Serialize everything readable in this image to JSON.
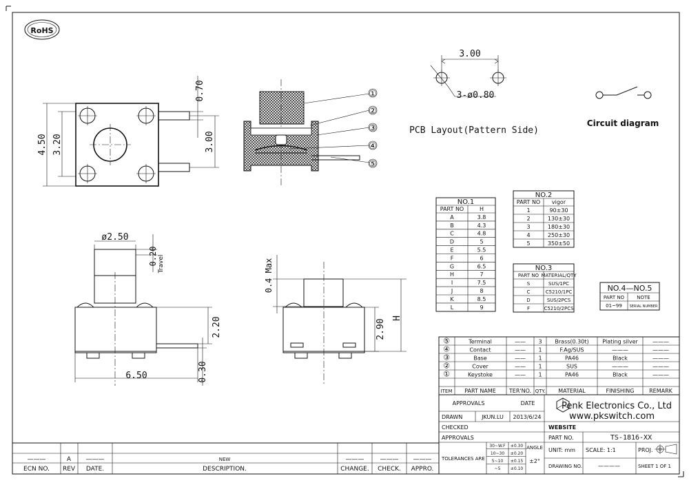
{
  "logo": {
    "rohs": "RoHS"
  },
  "dims": {
    "top_w": "4.50",
    "top_h": "3.20",
    "pin_w": "0.70",
    "pin_pitch": "3.00",
    "cap_d": "ø2.50",
    "travel": "0.20",
    "travel_label": "Travel",
    "body_h": "2.20",
    "pin_t": "0.30",
    "body_w": "6.50",
    "max": "0.4 Max",
    "side_h": "2.90",
    "H": "H"
  },
  "section": {
    "callouts": [
      "①",
      "②",
      "③",
      "④",
      "⑤"
    ]
  },
  "pcb": {
    "pitch": "3.00",
    "holes": "3-ø0.80",
    "caption": "PCB Layout(Pattern Side)"
  },
  "circuit": {
    "caption": "Circuit diagram"
  },
  "table1": {
    "title": "NO.1",
    "headers": [
      "PART NO",
      "H"
    ],
    "rows": [
      [
        "A",
        "3.8"
      ],
      [
        "B",
        "4.3"
      ],
      [
        "C",
        "4.8"
      ],
      [
        "D",
        "5"
      ],
      [
        "E",
        "5.5"
      ],
      [
        "F",
        "6"
      ],
      [
        "G",
        "6.5"
      ],
      [
        "H",
        "7"
      ],
      [
        "I",
        "7.5"
      ],
      [
        "J",
        "8"
      ],
      [
        "K",
        "8.5"
      ],
      [
        "L",
        "9"
      ]
    ]
  },
  "table2": {
    "title": "NO.2",
    "headers": [
      "PART NO",
      "vigor"
    ],
    "rows": [
      [
        "1",
        "90±30"
      ],
      [
        "2",
        "130±30"
      ],
      [
        "3",
        "180±30"
      ],
      [
        "4",
        "250±30"
      ],
      [
        "5",
        "350±50"
      ]
    ]
  },
  "table3": {
    "title": "NO.3",
    "headers": [
      "PART NO",
      "MATERIAL/QTY"
    ],
    "rows": [
      [
        "S",
        "SUS/1PC"
      ],
      [
        "C",
        "C5210/1PC"
      ],
      [
        "D",
        "SUS/2PCS"
      ],
      [
        "F",
        "C5210/2PCS"
      ]
    ]
  },
  "table45": {
    "title": "NO.4—NO.5",
    "headers": [
      "PART NO",
      "NOTE"
    ],
    "rows": [
      [
        "01~99",
        "SERIAL NUMBER"
      ]
    ]
  },
  "bom": {
    "rows": [
      {
        "item": "⑤",
        "name": "Terminal",
        "ter": "——",
        "qty": "3",
        "material": "Brass(0.30t)",
        "finishing": "Plating silver",
        "remark": "———"
      },
      {
        "item": "④",
        "name": "Contact",
        "ter": "——",
        "qty": "1",
        "material": "F.Ag/SUS",
        "finishing": "———",
        "remark": "———"
      },
      {
        "item": "③",
        "name": "Base",
        "ter": "——",
        "qty": "1",
        "material": "PA46",
        "finishing": "Black",
        "remark": "———"
      },
      {
        "item": "②",
        "name": "Cover",
        "ter": "——",
        "qty": "1",
        "material": "SUS",
        "finishing": "———",
        "remark": "———"
      },
      {
        "item": "①",
        "name": "Keystoke",
        "ter": "——",
        "qty": "1",
        "material": "PA46",
        "finishing": "Black",
        "remark": "———"
      }
    ],
    "headers": [
      "ITEM",
      "PART NAME",
      "TER'NO.",
      "QTY.",
      "MATERIAL",
      "FINISHING",
      "REMARK"
    ]
  },
  "title_block": {
    "approvals_h": "APPROVALS",
    "date_h": "DATE",
    "company": "Penk Electronics Co., Ltd",
    "website_url": "www.pkswitch.com",
    "drawn": "DRAWN",
    "drawn_by": "JKUN.LU",
    "drawn_date": "2013/6/24",
    "checked": "CHECKED",
    "approvals": "APPROVALS",
    "website": "WEBSITE",
    "part_no_label": "PART NO.",
    "part_no": "TS-1816-XX",
    "tolerances": "TOLERANCES ARE",
    "tol_ranges": [
      "30~W.F",
      "10~30",
      "5~10",
      "~5"
    ],
    "tol_values": [
      "±0.30",
      "±0.20",
      "±0.15",
      "±0.10"
    ],
    "angle_label": "ANGLE",
    "angle": "±2°",
    "unit": "UNIT: mm",
    "scale": "SCALE:  1:1",
    "proj": "PROJ.",
    "drawing_no": "DRAWING NO.",
    "drawing_no_val": "————",
    "sheet": "SHEET  1 OF 1"
  },
  "revision": {
    "rev": "A",
    "new": "NEW",
    "ecn": "ECN NO.",
    "rev_h": "REV",
    "date_h": "DATE.",
    "desc": "DESCRIPTION.",
    "change": "CHANGE.",
    "check": "CHECK.",
    "appro": "APPRO.",
    "blank": "———"
  }
}
